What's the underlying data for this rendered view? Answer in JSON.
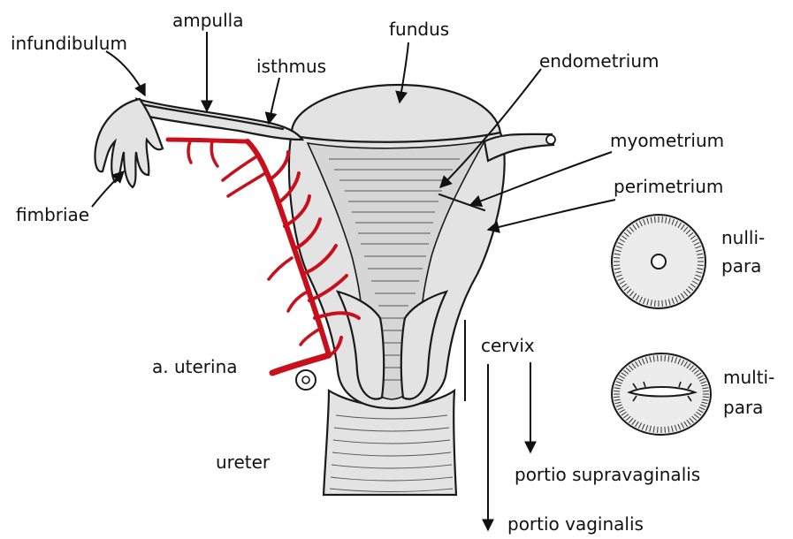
{
  "labels": {
    "infundibulum": "infundibulum",
    "ampulla": "ampulla",
    "isthmus": "isthmus",
    "fundus": "fundus",
    "endometrium": "endometrium",
    "myometrium": "myometrium",
    "perimetrium": "perimetrium",
    "fimbriae": "fimbriae",
    "nullipara_1": "nulli-",
    "nullipara_2": "para",
    "cervix": "cervix",
    "a_uterina": "a. uterina",
    "multipara_1": "multi-",
    "multipara_2": "para",
    "ureter": "ureter",
    "portio_supravaginalis": "portio supravaginalis",
    "portio_vaginalis": "portio vaginalis"
  },
  "colors": {
    "artery": "#c8101c",
    "tissue": "#e3e3e3",
    "outline": "#1a1a1a"
  }
}
